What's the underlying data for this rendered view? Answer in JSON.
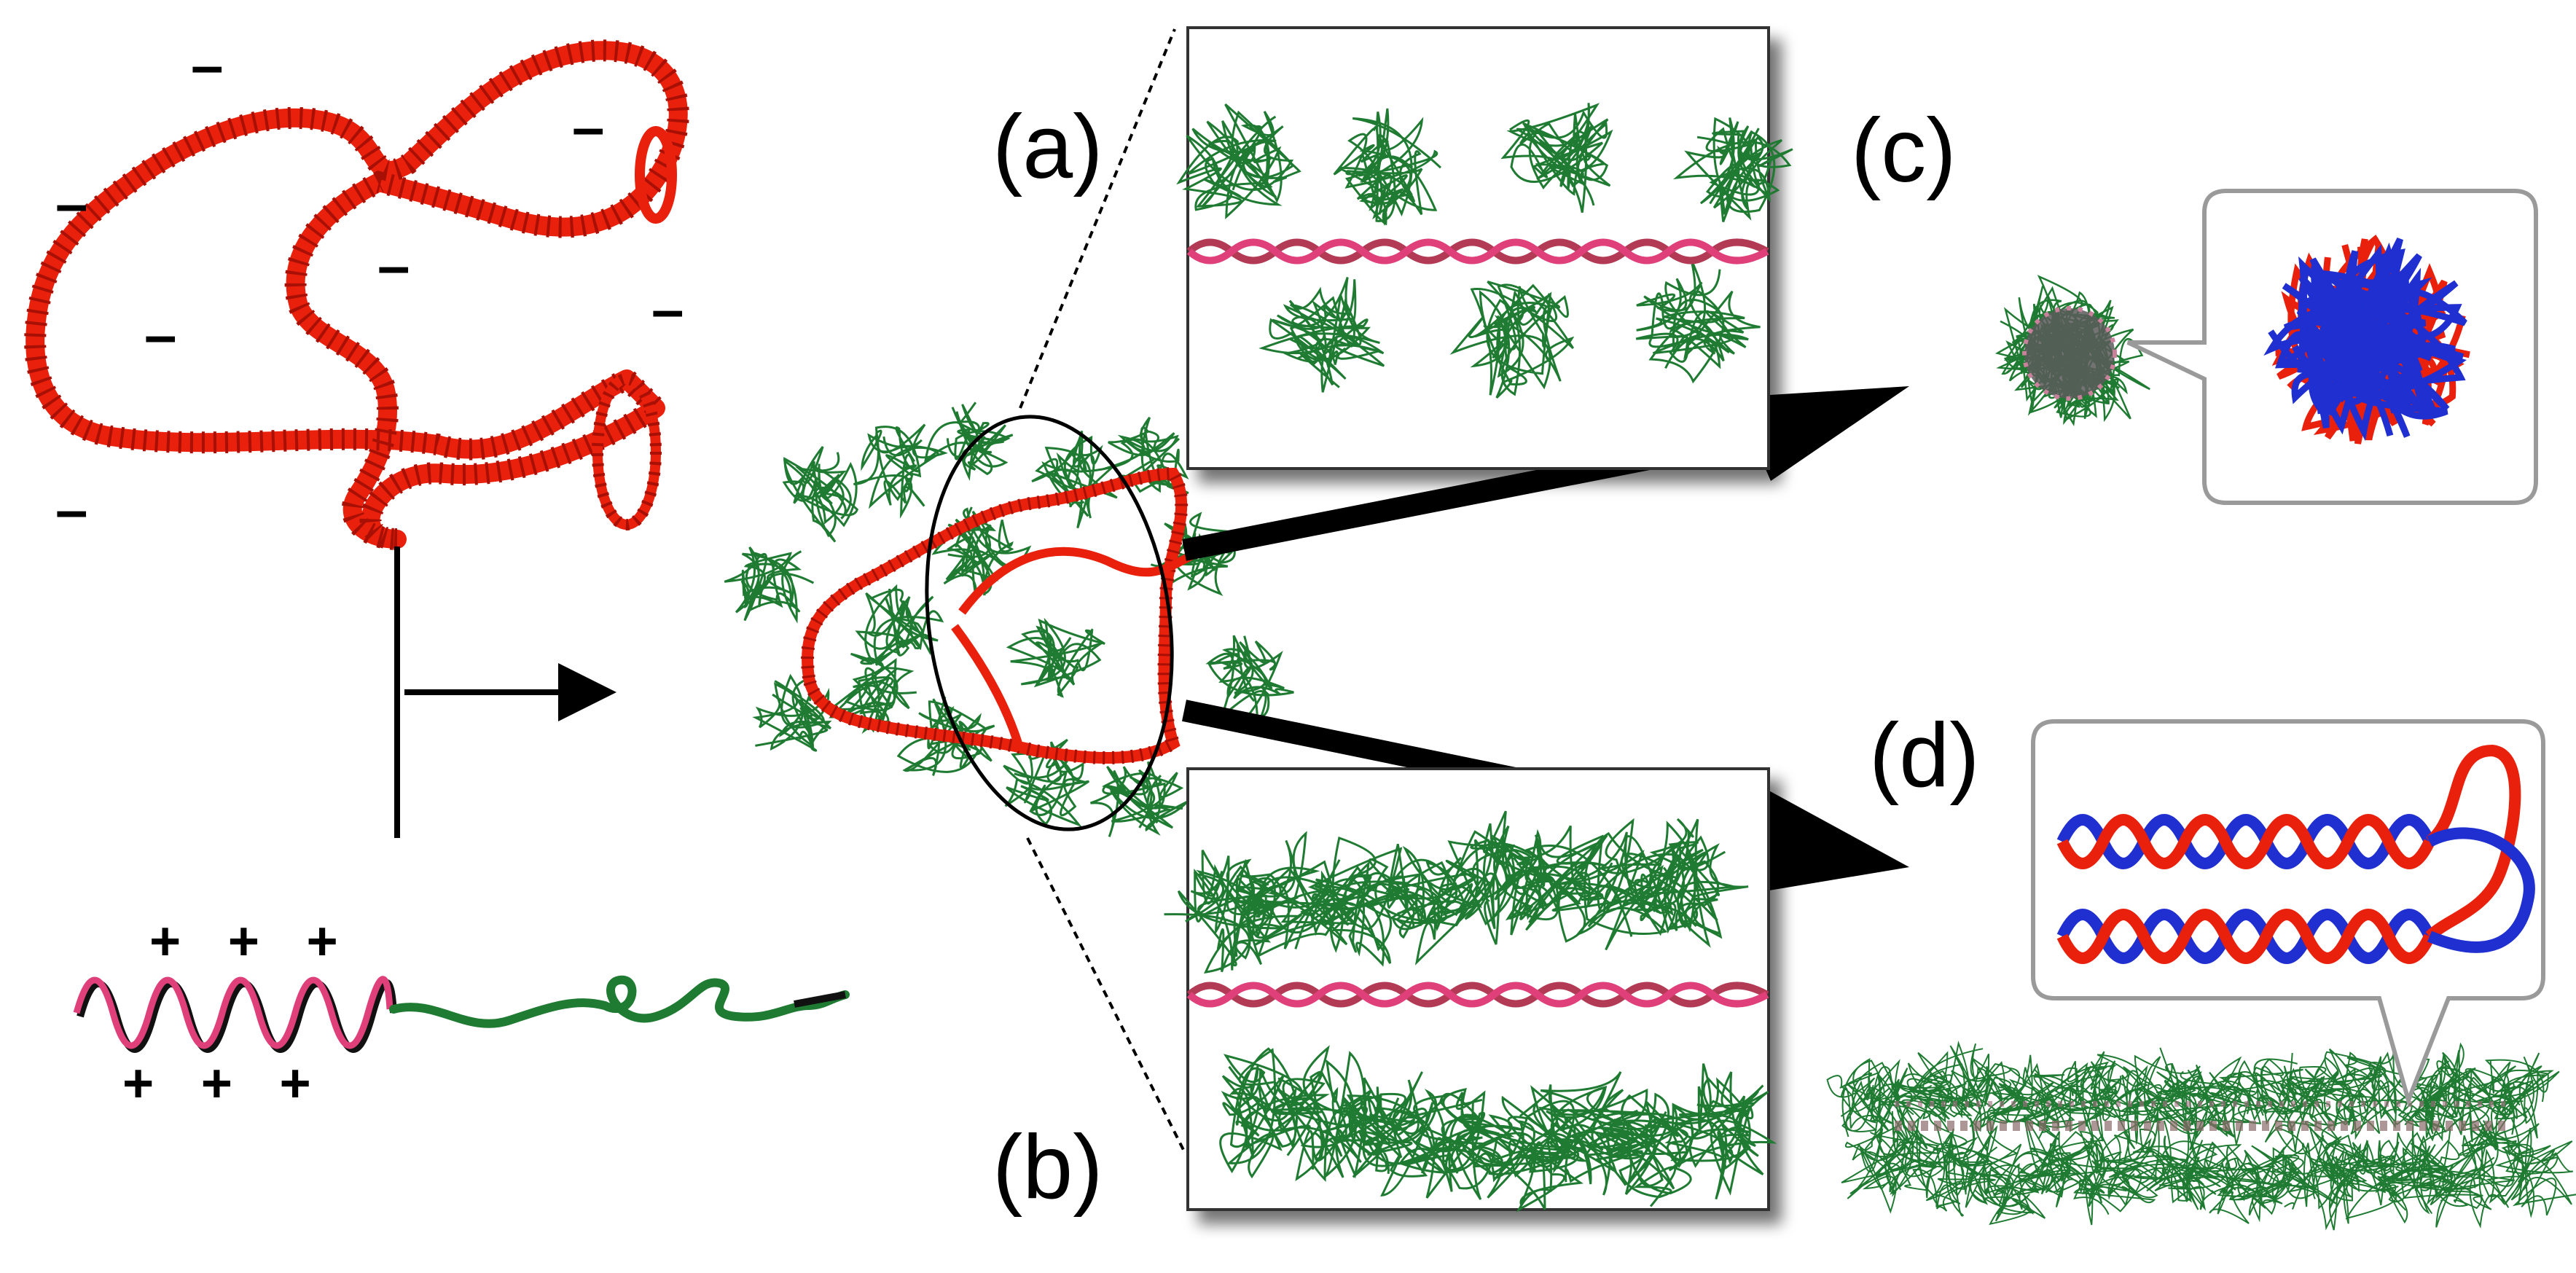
{
  "panel_labels": {
    "a": "(a)",
    "b": "(b)",
    "c": "(c)",
    "d": "(d)"
  },
  "charge_signs": {
    "minus": "–",
    "plus_top": "+ + +",
    "plus_bottom": "+ + +"
  },
  "colors": {
    "dna_red": "#e8200c",
    "dna_red_dark": "#a80f05",
    "protein_green": "#1f7a32",
    "protein_green_light": "#2fa844",
    "strand_blue": "#1f2fd0",
    "peptide_pink": "#e0407a",
    "arrow_black": "#000000",
    "callout_gray": "#9a9a9a"
  }
}
